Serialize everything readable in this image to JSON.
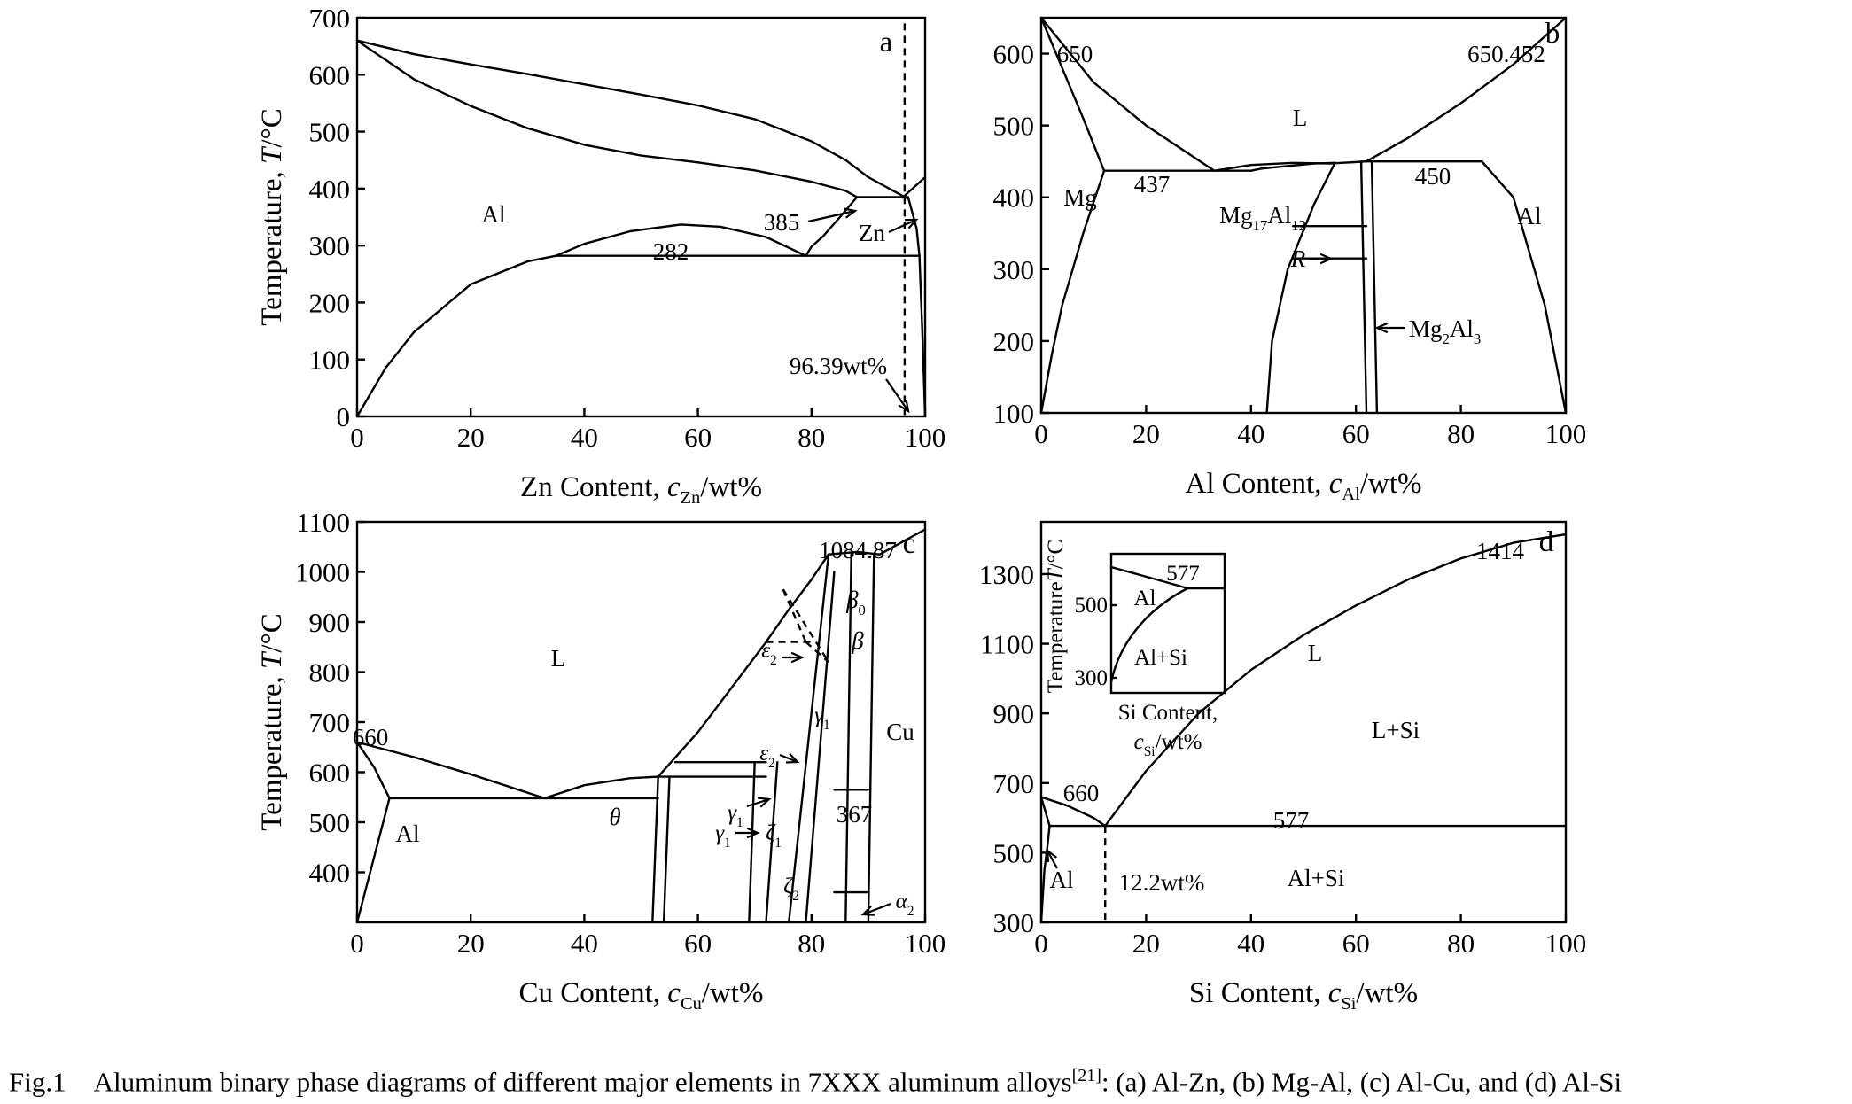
{
  "caption": {
    "prefix": "Fig.1",
    "text": "Aluminum binary phase diagrams of different major elements in 7XXX aluminum alloys",
    "ref": "[21]",
    "suffix": ": (a) Al-Zn, (b) Mg-Al, (c) Al-Cu, and (d) Al-Si"
  },
  "chart_data": [
    {
      "type": "line",
      "panel": "a",
      "system": "Al-Zn",
      "xlabel": "Zn Content, c_Zn/wt%",
      "ylabel": "Temperature, T/°C",
      "xlim": [
        0,
        100
      ],
      "ylim": [
        0,
        700
      ],
      "xticks": [
        0,
        20,
        40,
        60,
        80,
        100
      ],
      "yticks": [
        0,
        100,
        200,
        300,
        400,
        500,
        600,
        700
      ],
      "series": [
        {
          "x": [
            0,
            10,
            20,
            30,
            40,
            50,
            60,
            70,
            80,
            86,
            90,
            95,
            97
          ],
          "y": [
            660,
            636,
            618,
            601,
            583,
            565,
            546,
            522,
            483,
            450,
            420,
            393,
            382
          ]
        },
        {
          "x": [
            0,
            10,
            20,
            30,
            40,
            50,
            60,
            70,
            80,
            86,
            88
          ],
          "y": [
            660,
            592,
            545,
            506,
            477,
            458,
            446,
            432,
            412,
            396,
            385
          ]
        },
        {
          "x": [
            88,
            85,
            82,
            80,
            79
          ],
          "y": [
            385,
            350,
            316,
            298,
            282
          ]
        },
        {
          "x": [
            79,
            72,
            64,
            57,
            48,
            40,
            35
          ],
          "y": [
            282,
            315,
            333,
            337,
            325,
            303,
            282
          ]
        },
        {
          "x": [
            35,
            30,
            20,
            10,
            5,
            0
          ],
          "y": [
            282,
            272,
            232,
            148,
            85,
            0
          ]
        },
        {
          "x": [
            35,
            99
          ],
          "y": [
            282,
            282
          ]
        },
        {
          "x": [
            88,
            97
          ],
          "y": [
            385,
            385
          ]
        },
        {
          "x": [
            96,
            100
          ],
          "y": [
            384,
            420
          ]
        },
        {
          "x": [
            97,
            98.5,
            99
          ],
          "y": [
            385,
            330,
            282
          ]
        },
        {
          "x": [
            99,
            99.5,
            100
          ],
          "y": [
            282,
            150,
            0
          ]
        }
      ],
      "annotations": [
        {
          "text": "a"
        },
        {
          "text": "Al"
        },
        {
          "text": "282"
        },
        {
          "text": "385"
        },
        {
          "text": "Zn"
        },
        {
          "text": "96.39wt%"
        }
      ]
    },
    {
      "type": "line",
      "panel": "b",
      "system": "Mg-Al",
      "xlabel": "Al Content, c_Al/wt%",
      "ylabel": "",
      "xlim": [
        0,
        100
      ],
      "ylim": [
        100,
        650
      ],
      "xticks": [
        0,
        20,
        40,
        60,
        80,
        100
      ],
      "yticks": [
        100,
        200,
        300,
        400,
        500,
        600
      ],
      "series": [
        {
          "x": [
            0,
            10,
            20,
            33
          ],
          "y": [
            650,
            560,
            500,
            437
          ]
        },
        {
          "x": [
            33,
            40,
            48,
            55,
            62
          ],
          "y": [
            437,
            445,
            448,
            447,
            450
          ]
        },
        {
          "x": [
            62,
            70,
            80,
            90,
            100
          ],
          "y": [
            450,
            483,
            531,
            585,
            650
          ]
        },
        {
          "x": [
            0,
            4,
            8,
            12
          ],
          "y": [
            650,
            580,
            510,
            437
          ]
        },
        {
          "x": [
            12,
            8,
            4,
            2,
            0
          ],
          "y": [
            437,
            350,
            250,
            180,
            100
          ]
        },
        {
          "x": [
            12,
            40
          ],
          "y": [
            437,
            437
          ]
        },
        {
          "x": [
            40,
            42,
            46,
            52,
            56
          ],
          "y": [
            437,
            440,
            443,
            447,
            448
          ]
        },
        {
          "x": [
            56,
            52,
            47,
            44,
            43
          ],
          "y": [
            448,
            390,
            300,
            200,
            100
          ]
        },
        {
          "x": [
            62,
            84
          ],
          "y": [
            450,
            450
          ]
        },
        {
          "x": [
            84,
            90,
            96,
            100
          ],
          "y": [
            450,
            400,
            250,
            100
          ]
        },
        {
          "x": [
            61,
            62
          ],
          "y": [
            450,
            100
          ]
        },
        {
          "x": [
            63,
            64
          ],
          "y": [
            450,
            100
          ]
        },
        {
          "x": [
            48,
            62
          ],
          "y": [
            315,
            315
          ]
        },
        {
          "x": [
            48,
            62
          ],
          "y": [
            360,
            360
          ]
        }
      ],
      "annotations": [
        {
          "text": "b"
        },
        {
          "text": "650"
        },
        {
          "text": "650.452"
        },
        {
          "text": "L"
        },
        {
          "text": "437"
        },
        {
          "text": "450"
        },
        {
          "text": "Mg"
        },
        {
          "text": "Al"
        },
        {
          "text": "Mg17Al12"
        },
        {
          "text": "R"
        },
        {
          "text": "Mg2Al3"
        }
      ]
    },
    {
      "type": "line",
      "panel": "c",
      "system": "Al-Cu",
      "xlabel": "Cu Content, c_Cu/wt%",
      "ylabel": "Temperature, T/°C",
      "xlim": [
        0,
        100
      ],
      "ylim": [
        300,
        1100
      ],
      "xticks": [
        0,
        20,
        40,
        60,
        80,
        100
      ],
      "yticks": [
        400,
        500,
        600,
        700,
        800,
        900,
        1000,
        1100
      ],
      "series": [
        {
          "x": [
            0,
            10,
            20,
            33
          ],
          "y": [
            660,
            630,
            596,
            548
          ]
        },
        {
          "x": [
            33,
            40,
            48,
            53
          ],
          "y": [
            548,
            574,
            588,
            591
          ]
        },
        {
          "x": [
            53,
            60,
            66,
            72,
            76,
            80,
            83
          ],
          "y": [
            591,
            680,
            770,
            860,
            925,
            985,
            1035
          ]
        },
        {
          "x": [
            83,
            88,
            92,
            96,
            100
          ],
          "y": [
            1035,
            1040,
            1035,
            1060,
            1085
          ]
        },
        {
          "x": [
            0,
            3,
            5.7
          ],
          "y": [
            660,
            610,
            548
          ]
        },
        {
          "x": [
            0,
            5.7
          ],
          "y": [
            300,
            548
          ]
        },
        {
          "x": [
            5.7,
            53
          ],
          "y": [
            548,
            548
          ]
        },
        {
          "x": [
            52,
            53
          ],
          "y": [
            300,
            591
          ]
        },
        {
          "x": [
            54,
            55
          ],
          "y": [
            300,
            591
          ]
        },
        {
          "x": [
            53,
            72
          ],
          "y": [
            591,
            591
          ]
        },
        {
          "x": [
            56,
            72
          ],
          "y": [
            620,
            620
          ]
        },
        {
          "x": [
            69,
            70
          ],
          "y": [
            300,
            620
          ]
        },
        {
          "x": [
            72,
            74
          ],
          "y": [
            300,
            620
          ]
        },
        {
          "x": [
            76,
            83
          ],
          "y": [
            300,
            1035
          ]
        },
        {
          "x": [
            79,
            84
          ],
          "y": [
            300,
            1000
          ]
        },
        {
          "x": [
            86,
            87
          ],
          "y": [
            300,
            1035
          ]
        },
        {
          "x": [
            90,
            91
          ],
          "y": [
            300,
            1035
          ]
        },
        {
          "x": [
            84,
            90
          ],
          "y": [
            565,
            565
          ]
        },
        {
          "x": [
            84,
            90
          ],
          "y": [
            360,
            360
          ]
        }
      ],
      "annotations": [
        {
          "text": "c"
        },
        {
          "text": "1084.87"
        },
        {
          "text": "L"
        },
        {
          "text": "660"
        },
        {
          "text": "Al"
        },
        {
          "text": "θ"
        },
        {
          "text": "β0"
        },
        {
          "text": "β"
        },
        {
          "text": "ε2"
        },
        {
          "text": "ε2"
        },
        {
          "text": "γ1"
        },
        {
          "text": "γ1"
        },
        {
          "text": "γ1"
        },
        {
          "text": "ζ1"
        },
        {
          "text": "ζ2"
        },
        {
          "text": "367"
        },
        {
          "text": "Cu"
        },
        {
          "text": "α2"
        }
      ]
    },
    {
      "type": "line",
      "panel": "d",
      "system": "Al-Si",
      "xlabel": "Si Content, c_Si/wt%",
      "ylabel": "",
      "xlim": [
        0,
        100
      ],
      "ylim": [
        300,
        1450
      ],
      "xticks": [
        0,
        20,
        40,
        60,
        80,
        100
      ],
      "yticks": [
        300,
        500,
        700,
        900,
        1100,
        1300
      ],
      "series": [
        {
          "x": [
            0,
            5,
            10,
            12.2
          ],
          "y": [
            660,
            635,
            600,
            577
          ]
        },
        {
          "x": [
            12.2,
            20,
            30,
            40,
            50,
            60,
            70,
            80,
            90,
            100
          ],
          "y": [
            577,
            735,
            900,
            1025,
            1125,
            1210,
            1285,
            1345,
            1390,
            1414
          ]
        },
        {
          "x": [
            1.6,
            100
          ],
          "y": [
            577,
            577
          ]
        },
        {
          "x": [
            0,
            1.6
          ],
          "y": [
            660,
            577
          ]
        },
        {
          "x": [
            1.6,
            1.2,
            0.6,
            0
          ],
          "y": [
            577,
            520,
            450,
            300
          ]
        }
      ],
      "annotations": [
        {
          "text": "d"
        },
        {
          "text": "1414"
        },
        {
          "text": "660"
        },
        {
          "text": "L"
        },
        {
          "text": "L+Si"
        },
        {
          "text": "577"
        },
        {
          "text": "Al"
        },
        {
          "text": "Al+Si"
        },
        {
          "text": "12.2wt%"
        }
      ],
      "inset": {
        "xlabel": "Si Content, c_Si/wt%",
        "ylabel": "Temperature T/°C",
        "yticks": [
          300,
          500
        ],
        "labels": [
          "577",
          "Al",
          "Al+Si"
        ]
      }
    }
  ]
}
